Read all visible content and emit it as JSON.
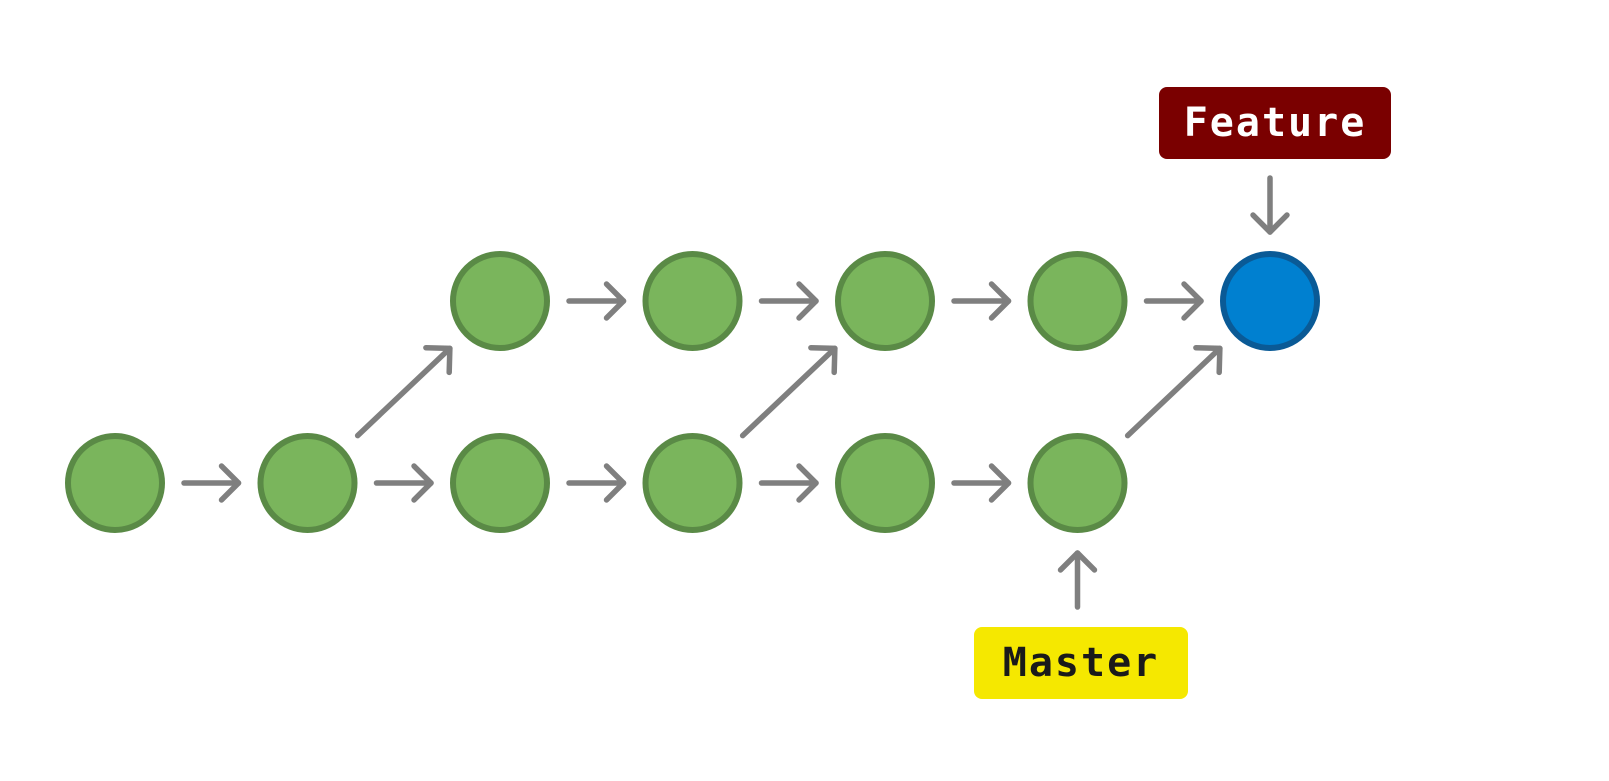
{
  "colors": {
    "background": "#ffffff",
    "commit_fill": "#7ab55c",
    "commit_stroke": "#5a8a46",
    "head_fill": "#0080d0",
    "head_stroke": "#0a5a96",
    "arrow": "#7f7f7f",
    "feature_bg": "#7a0000",
    "feature_text": "#ffffff",
    "master_bg": "#f5e800",
    "master_text": "#1a1a1a"
  },
  "branches": {
    "feature": {
      "label": "Feature"
    },
    "master": {
      "label": "Master"
    }
  },
  "graph": {
    "columns": 7,
    "commits": [
      {
        "id": "m1",
        "row": "bottom",
        "col": 0,
        "kind": "commit"
      },
      {
        "id": "m2",
        "row": "bottom",
        "col": 1,
        "kind": "commit"
      },
      {
        "id": "m3",
        "row": "bottom",
        "col": 2,
        "kind": "commit"
      },
      {
        "id": "m4",
        "row": "bottom",
        "col": 3,
        "kind": "commit"
      },
      {
        "id": "m5",
        "row": "bottom",
        "col": 4,
        "kind": "commit"
      },
      {
        "id": "m6",
        "row": "bottom",
        "col": 5,
        "kind": "commit"
      },
      {
        "id": "f1",
        "row": "top",
        "col": 2,
        "kind": "commit"
      },
      {
        "id": "f2",
        "row": "top",
        "col": 3,
        "kind": "commit"
      },
      {
        "id": "f3",
        "row": "top",
        "col": 4,
        "kind": "commit"
      },
      {
        "id": "f4",
        "row": "top",
        "col": 5,
        "kind": "commit"
      },
      {
        "id": "f5",
        "row": "top",
        "col": 6,
        "kind": "head"
      }
    ],
    "edges": [
      {
        "from": "m1",
        "to": "m2"
      },
      {
        "from": "m2",
        "to": "m3"
      },
      {
        "from": "m3",
        "to": "m4"
      },
      {
        "from": "m4",
        "to": "m5"
      },
      {
        "from": "m5",
        "to": "m6"
      },
      {
        "from": "m2",
        "to": "f1"
      },
      {
        "from": "f1",
        "to": "f2"
      },
      {
        "from": "f2",
        "to": "f3"
      },
      {
        "from": "f3",
        "to": "f4"
      },
      {
        "from": "f4",
        "to": "f5"
      },
      {
        "from": "m4",
        "to": "f3"
      },
      {
        "from": "m6",
        "to": "f5"
      }
    ],
    "pointers": [
      {
        "branch": "feature",
        "target": "f5",
        "side": "above"
      },
      {
        "branch": "master",
        "target": "m6",
        "side": "below"
      }
    ]
  }
}
